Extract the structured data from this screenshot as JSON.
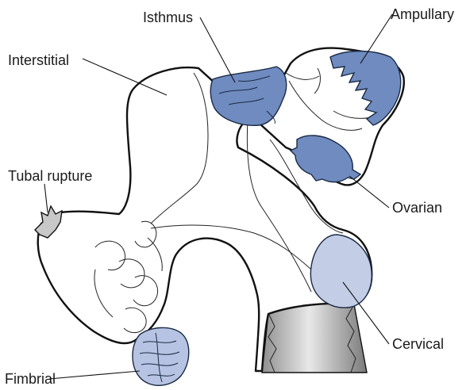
{
  "labels": {
    "isthmus": "Isthmus",
    "ampullary": "Ampullary",
    "interstitial": "Interstitial",
    "tubal_rupture": "Tubal rupture",
    "ovarian": "Ovarian",
    "cervical": "Cervical",
    "fimbrial": "Fimbrial"
  },
  "colors": {
    "implant_dark": "#6f8bbf",
    "implant_light": "#c3cde6",
    "rupture": "#c8c8c8",
    "outline": "#111111"
  }
}
